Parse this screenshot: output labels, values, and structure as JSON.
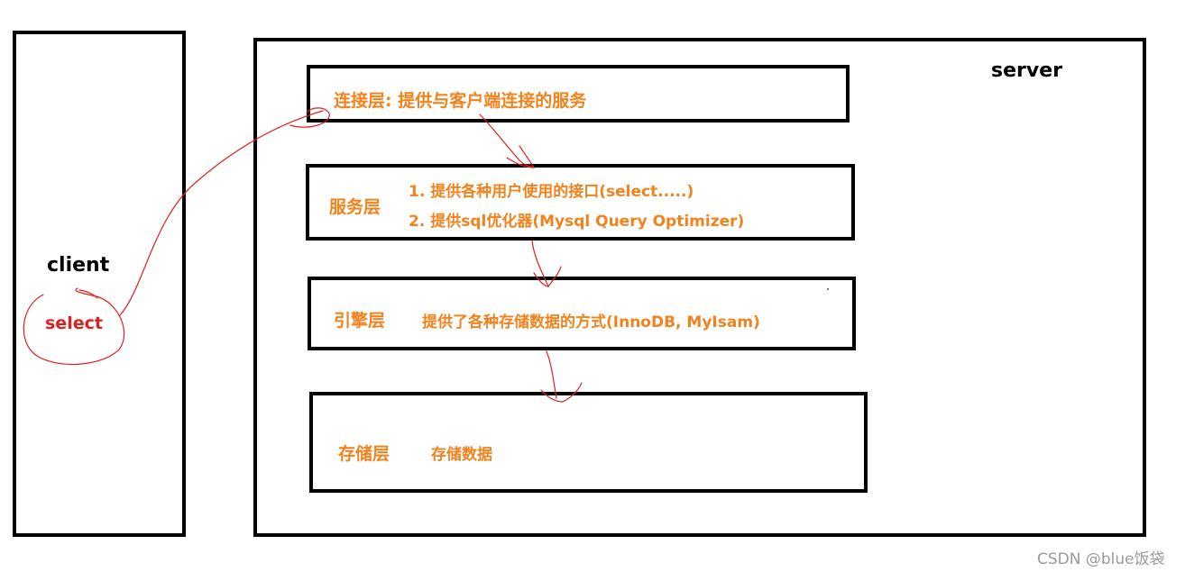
{
  "client": {
    "label": "client",
    "action": "select"
  },
  "server": {
    "label": "server"
  },
  "layers": [
    {
      "name": "连接层: 提供与客户端连接的服务"
    },
    {
      "name": "服务层",
      "lines": [
        "1. 提供各种用户使用的接口(select.....)",
        "2. 提供sql优化器(Mysql Query Optimizer)"
      ]
    },
    {
      "name": "引擎层",
      "desc": "提供了各种存储数据的方式(InnoDB, MyIsam)"
    },
    {
      "name": "存储层",
      "desc": "存储数据"
    }
  ],
  "watermark": "CSDN @blue饭袋",
  "colors": {
    "layer_text": "#f2821c",
    "annotation": "#e02020",
    "border": "#000000"
  }
}
